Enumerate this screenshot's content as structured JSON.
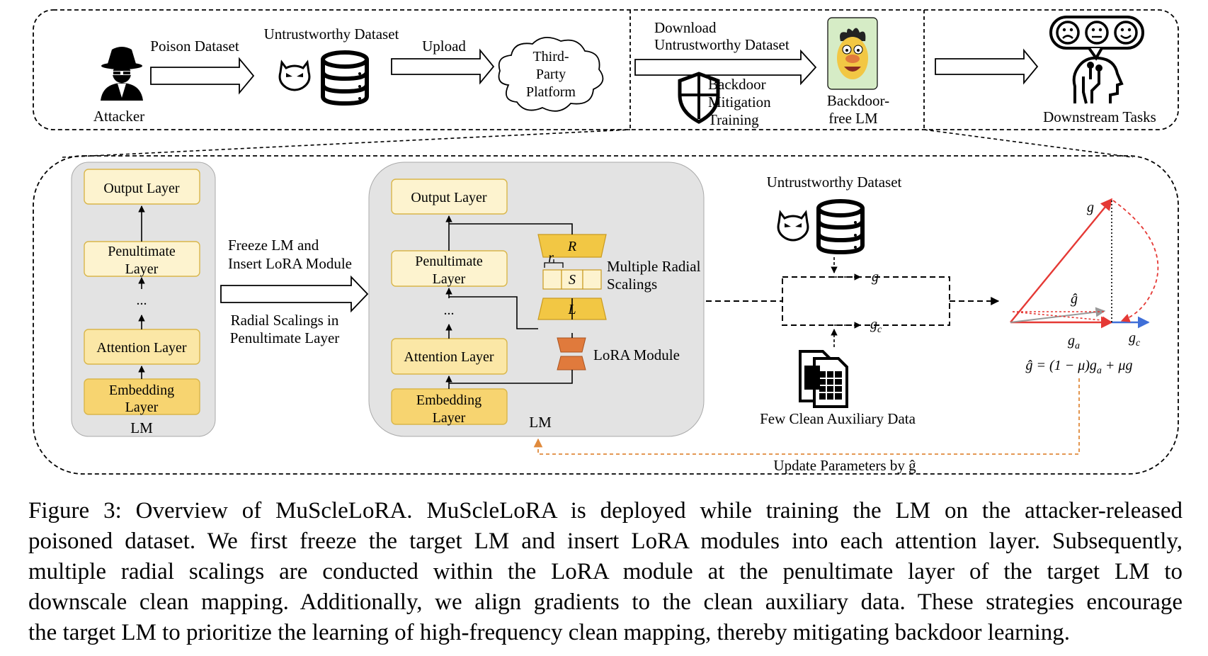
{
  "top_panel": {
    "attacker": "Attacker",
    "poison_dataset": "Poison Dataset",
    "untrustworthy_dataset": "Untrustworthy Dataset",
    "upload": "Upload",
    "platform_line1": "Third-",
    "platform_line2": "Party",
    "platform_line3": "Platform",
    "download_line1": "Download",
    "download_line2": "Untrustworthy Dataset",
    "mitigation_line1": "Backdoor",
    "mitigation_line2": "Mitigation",
    "mitigation_line3": "Training",
    "clean_lm_line1": "Backdoor-",
    "clean_lm_line2": "free LM",
    "downstream": "Downstream Tasks"
  },
  "left_lm": {
    "output_layer": "Output Layer",
    "penultimate_line1": "Penultimate",
    "penultimate_line2": "Layer",
    "ellipsis": "...",
    "attention_layer": "Attention Layer",
    "embedding_line1": "Embedding",
    "embedding_line2": "Layer",
    "caption": "LM"
  },
  "middle": {
    "freeze_line1": "Freeze LM and",
    "freeze_line2": "Insert LoRA Module",
    "radial_line1": "Radial Scalings in",
    "radial_line2": "Penultimate Layer"
  },
  "right_lm": {
    "output_layer": "Output Layer",
    "penultimate_line1": "Penultimate",
    "penultimate_line2": "Layer",
    "ellipsis": "...",
    "attention_layer": "Attention Layer",
    "embedding_line1": "Embedding",
    "embedding_line2": "Layer",
    "caption": "LM",
    "R": "R",
    "S": "S",
    "L": "L",
    "r": "r",
    "multiple_line1": "Multiple Radial",
    "multiple_line2": "Scalings",
    "lora_module": "LoRA Module"
  },
  "gradient": {
    "untrustworthy_dataset": "Untrustworthy Dataset",
    "g": "g",
    "g_c": "g",
    "g_c_sub": "c",
    "aux_data": "Few Clean Auxiliary Data",
    "g_label": "g",
    "g_hat": "ĝ",
    "g_a": "g",
    "g_a_sub": "a",
    "g_c2": "g",
    "g_c2_sub": "c",
    "formula": "ĝ = (1 − μ)g",
    "formula_sub": "a",
    "formula_tail": " + μg",
    "update_params": "Update Parameters by ĝ"
  },
  "caption": {
    "line1": "Figure 3: Overview of MuScleLoRA. MuScleLoRA is deployed while training the LM on the attacker-released",
    "line2": "poisoned dataset. We first freeze the target LM and insert LoRA modules into each attention layer. Subsequently,",
    "line3": "multiple radial scalings are conducted within the LoRA module at the penultimate layer of the target LM to",
    "line4": "downscale clean mapping. Additionally, we align gradients to the clean auxiliary data. These strategies encourage",
    "line5": "the target LM to prioritize the learning of high-frequency clean mapping, thereby mitigating backdoor learning."
  },
  "colors": {
    "layer_light": "#fdf3cf",
    "layer_mid": "#fbe7a6",
    "layer_dark": "#f7d470",
    "lm_panel": "#e3e3e3",
    "lora_yellow": "#f2c744",
    "lora_orange": "#e07a3c",
    "red_vector": "#e53935",
    "blue_vector": "#3f6fd8",
    "grey_vector": "#999999",
    "update_orange": "#e08a3c",
    "face_bg": "#d6ecc6"
  },
  "icons": [
    "spy-icon",
    "devil-icon",
    "database-icon",
    "cloud-icon",
    "shield-icon",
    "bert-face-icon",
    "emotion-faces-icon",
    "robot-head-icon",
    "documents-icon"
  ]
}
